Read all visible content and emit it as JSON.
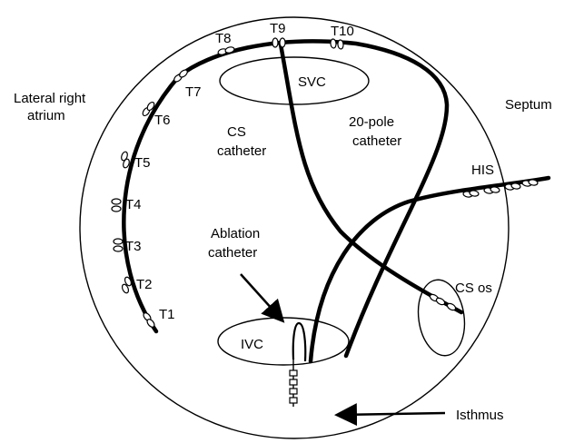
{
  "colors": {
    "ink": "#000000",
    "background": "#ffffff"
  },
  "labels": {
    "lateral_right_atrium_line1": "Lateral right",
    "lateral_right_atrium_line2": "atrium",
    "septum": "Septum",
    "svc": "SVC",
    "ivc": "IVC",
    "cs_catheter_line1": "CS",
    "cs_catheter_line2": "catheter",
    "twenty_pole_line1": "20-pole",
    "twenty_pole_line2": "catheter",
    "his": "HIS",
    "cs_os": "CS os",
    "ablation_line1": "Ablation",
    "ablation_line2": "catheter",
    "isthmus": "Isthmus"
  },
  "poles": [
    "T1",
    "T2",
    "T3",
    "T4",
    "T5",
    "T6",
    "T7",
    "T8",
    "T9",
    "T10"
  ]
}
